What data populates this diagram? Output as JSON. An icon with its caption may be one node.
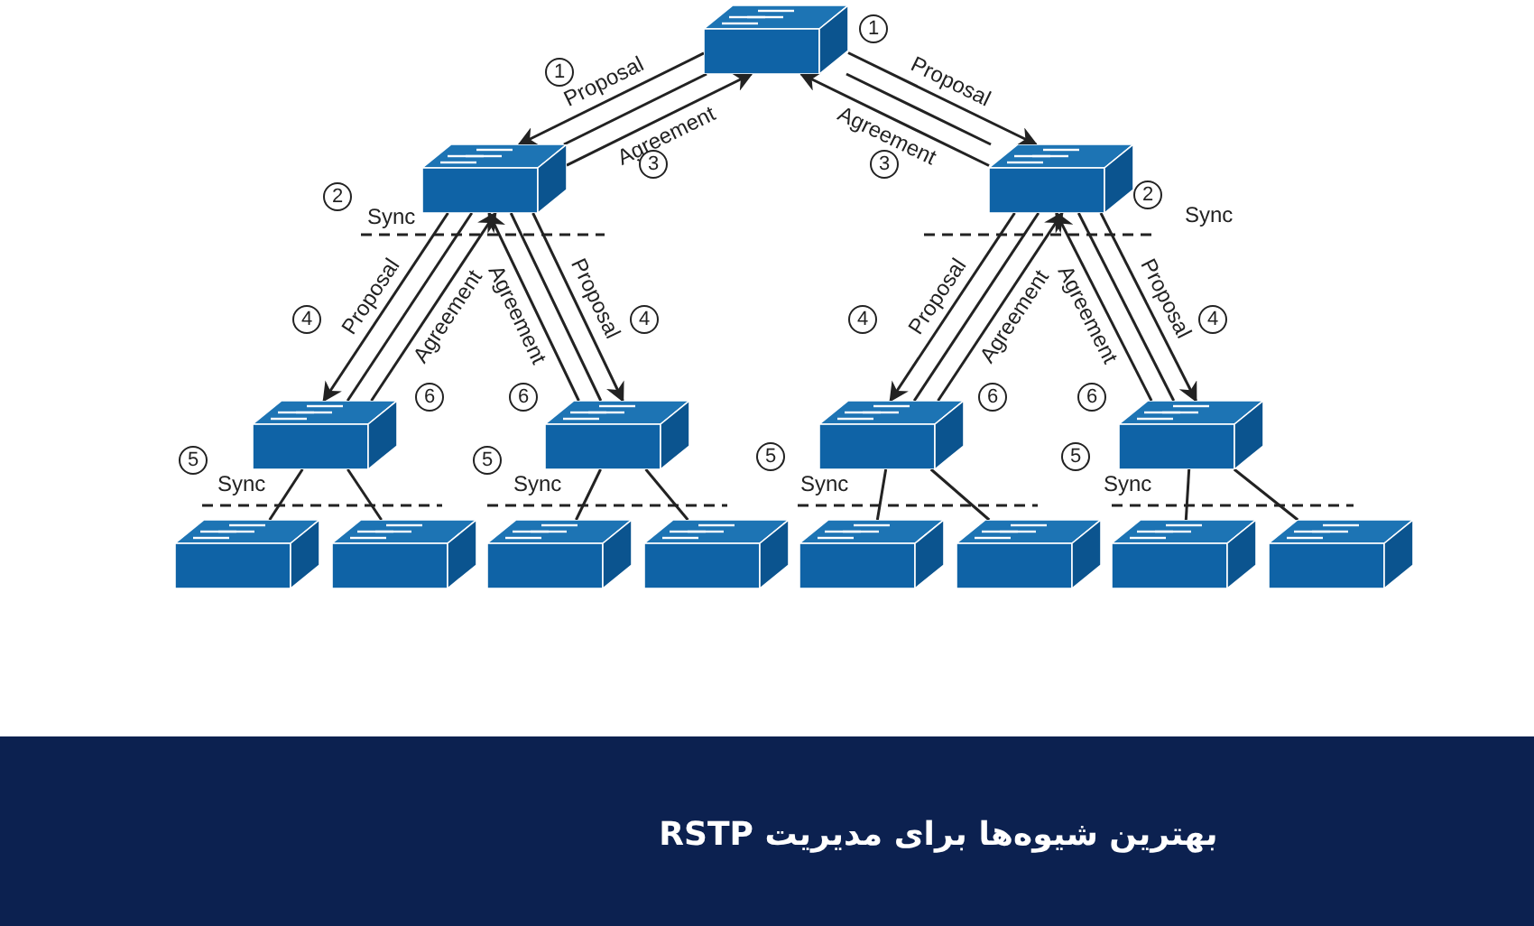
{
  "diagram": {
    "title": "بهترین شیوه‌ها برای مدیریت RSTP",
    "nodes": [
      {
        "text": [],
        "shape": "box"
      },
      {
        "text": [],
        "shape": "box"
      },
      {
        "text": [],
        "shape": "box"
      },
      {
        "text": [],
        "shape": "box"
      },
      {
        "text": [],
        "shape": "box"
      },
      {
        "text": [],
        "shape": "box"
      },
      {
        "text": [],
        "shape": "box"
      },
      {
        "text": [],
        "shape": "box"
      },
      {
        "text": [],
        "shape": "box"
      },
      {
        "text": [],
        "shape": "box"
      },
      {
        "text": [],
        "shape": "box"
      },
      {
        "text": [],
        "shape": "box"
      },
      {
        "text": [],
        "shape": "box"
      },
      {
        "text": [],
        "shape": "box"
      },
      {
        "text": [],
        "shape": "box"
      }
    ],
    "edges": [
      {
        "from": 0,
        "to": 1,
        "arrow": "none"
      },
      {
        "from": 0,
        "to": 2,
        "arrow": "none"
      },
      {
        "from": 1,
        "to": 3,
        "arrow": "none"
      },
      {
        "from": 1,
        "to": 4,
        "arrow": "none"
      },
      {
        "from": 2,
        "to": 5,
        "arrow": "none"
      },
      {
        "from": 2,
        "to": 6,
        "arrow": "none"
      },
      {
        "from": 3,
        "to": 7,
        "arrow": "none"
      },
      {
        "from": 3,
        "to": 8,
        "arrow": "none"
      },
      {
        "from": 4,
        "to": 9,
        "arrow": "none"
      },
      {
        "from": 4,
        "to": 10,
        "arrow": "none"
      },
      {
        "from": 5,
        "to": 11,
        "arrow": "none"
      },
      {
        "from": 5,
        "to": 12,
        "arrow": "none"
      },
      {
        "from": 6,
        "to": 13,
        "arrow": "none"
      },
      {
        "from": 6,
        "to": 14,
        "arrow": "none"
      },
      {
        "from": 0,
        "to": 1,
        "arrow": "to",
        "label": "Proposal"
      },
      {
        "from": 1,
        "to": 0,
        "arrow": "to",
        "label": "Agreement"
      },
      {
        "from": 0,
        "to": 2,
        "arrow": "to",
        "label": "Proposal"
      },
      {
        "from": 2,
        "to": 0,
        "arrow": "to",
        "label": "Agreement"
      },
      {
        "from": 1,
        "to": 3,
        "arrow": "to",
        "label": "Proposal"
      },
      {
        "from": 3,
        "to": 1,
        "arrow": "to",
        "label": "Agreement"
      },
      {
        "from": 4,
        "to": 1,
        "arrow": "to",
        "label": "Agreement"
      },
      {
        "from": 1,
        "to": 4,
        "arrow": "to",
        "label": "Proposal"
      },
      {
        "from": 2,
        "to": 5,
        "arrow": "to",
        "label": "Proposal"
      },
      {
        "from": 5,
        "to": 2,
        "arrow": "to",
        "label": "Agreement"
      },
      {
        "from": 6,
        "to": 2,
        "arrow": "to",
        "label": "Agreement"
      },
      {
        "from": 2,
        "to": 6,
        "arrow": "to",
        "label": "Proposal"
      }
    ],
    "labels": [
      "1",
      "1",
      "3",
      "3",
      "2",
      "Sync",
      "2",
      "Sync",
      "4",
      "6",
      "6",
      "4",
      "4",
      "6",
      "6",
      "4",
      "5",
      "Sync",
      "5",
      "Sync",
      "5",
      "Sync",
      "5",
      "Sync"
    ]
  }
}
